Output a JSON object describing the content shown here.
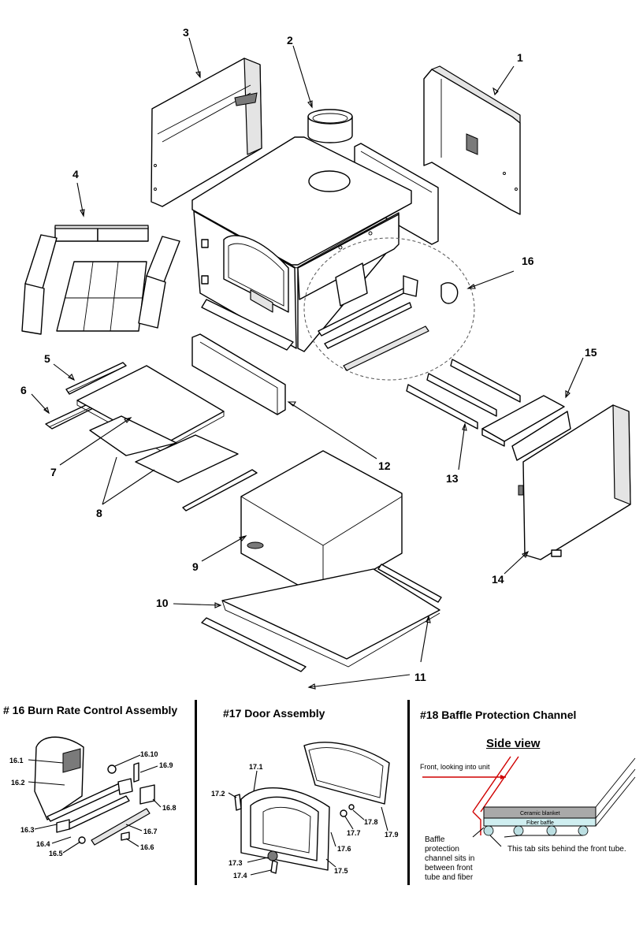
{
  "callouts": {
    "c1": "1",
    "c2": "2",
    "c3": "3",
    "c4": "4",
    "c5": "5",
    "c6": "6",
    "c7": "7",
    "c8": "8",
    "c9": "9",
    "c10": "10",
    "c11": "11",
    "c12": "12",
    "c13": "13",
    "c14": "14",
    "c15": "15",
    "c16": "16"
  },
  "burn_rate_assembly": {
    "title": "# 16 Burn Rate Control Assembly",
    "labels": {
      "p1": "16.1",
      "p2": "16.2",
      "p3": "16.3",
      "p4": "16.4",
      "p5": "16.5",
      "p6": "16.6",
      "p7": "16.7",
      "p8": "16.8",
      "p9": "16.9",
      "p10": "16.10"
    }
  },
  "door_assembly": {
    "title": "#17 Door Assembly",
    "labels": {
      "p1": "17.1",
      "p2": "17.2",
      "p3": "17.3",
      "p4": "17.4",
      "p5": "17.5",
      "p6": "17.6",
      "p7": "17.7",
      "p8": "17.8",
      "p9": "17.9"
    }
  },
  "baffle_channel": {
    "title": "#18 Baffle Protection Channel",
    "side_view": "Side view",
    "front_label": "Front, looking into unit",
    "ceramic_blanket": "Ceramic blanket",
    "fiber_baffle": "Fiber baffle",
    "channel_note": "Baffle protection channel sits in between front tube and fiber",
    "tab_note": "This tab sits behind the front tube."
  }
}
